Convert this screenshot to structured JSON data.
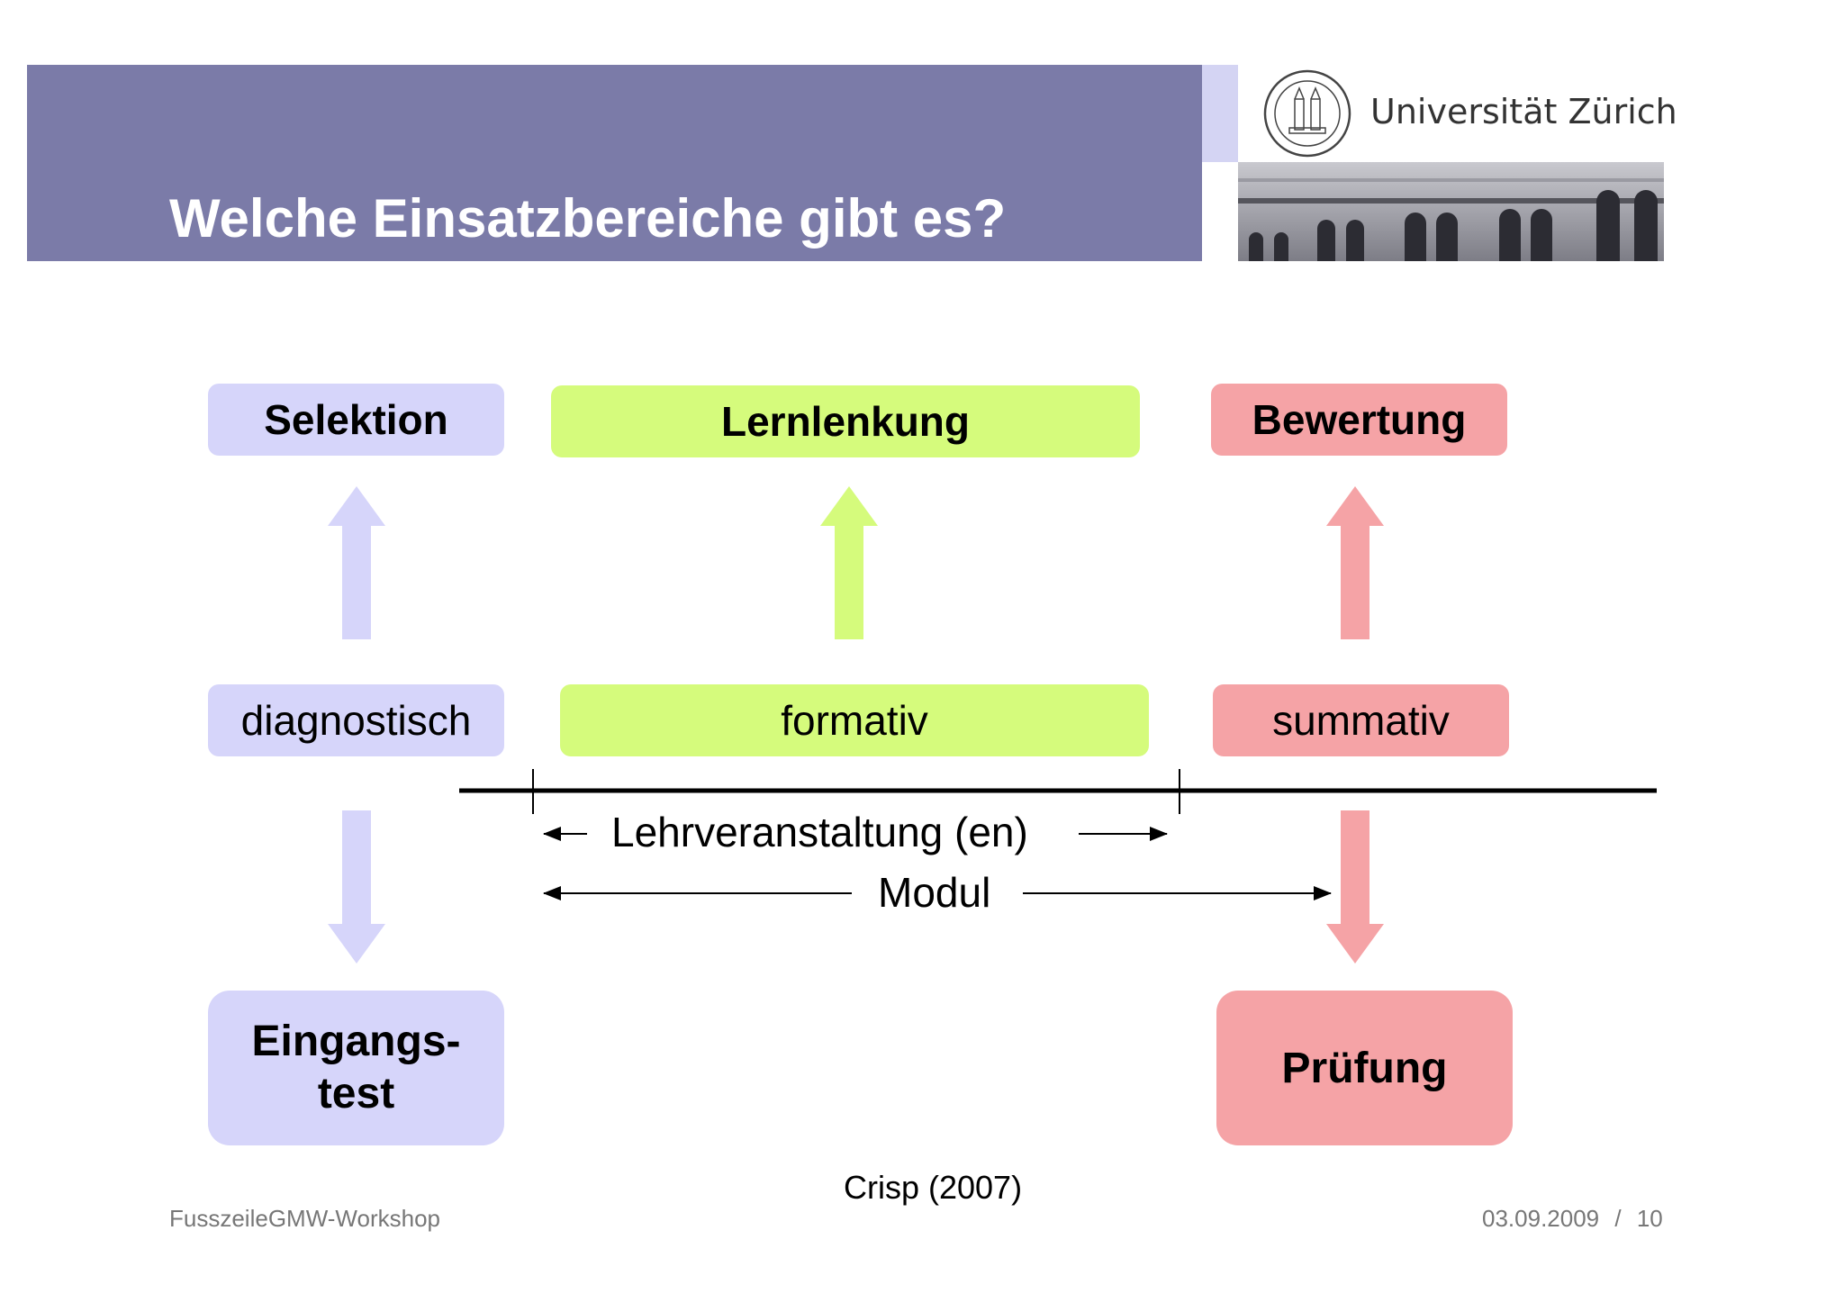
{
  "slide": {
    "title": "Welche Einsatzbereiche gibt es?",
    "university": "Universität Zürich",
    "footer_left": "FusszeileGMW-Workshop",
    "footer_date": "03.09.2009",
    "footer_separator": "/",
    "footer_page": "10",
    "source": "Crisp (2007)"
  },
  "diagram": {
    "top": {
      "selektion": "Selektion",
      "lernlenkung": "Lernlenkung",
      "bewertung": "Bewertung"
    },
    "middle": {
      "diagnostisch": "diagnostisch",
      "formativ": "formativ",
      "summativ": "summativ"
    },
    "timeline": {
      "lehrveranstaltung": "Lehrveranstaltung (en)",
      "modul": "Modul"
    },
    "bottom": {
      "eingangstest_line1": "Eingangs-",
      "eingangstest_line2": "test",
      "pruefung": "Prüfung"
    }
  },
  "colors": {
    "header": "#7b7ba8",
    "lavender": "#d6d5fa",
    "lime": "#d5fb7c",
    "rose": "#f5a3a6"
  }
}
